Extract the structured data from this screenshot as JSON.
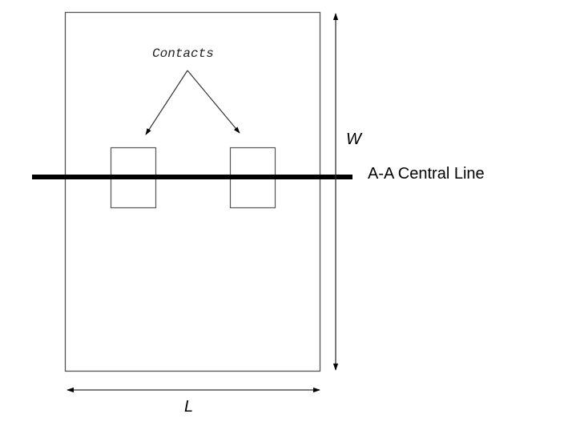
{
  "labels": {
    "contacts": "Contacts",
    "width": "W",
    "length": "L",
    "central_line": "A-A Central Line"
  },
  "colors": {
    "stroke": "#000000",
    "outline": "#555555"
  }
}
